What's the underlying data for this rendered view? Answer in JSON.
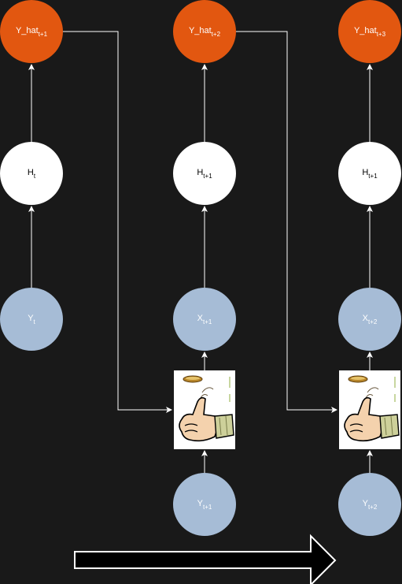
{
  "nodes": {
    "y_hat_1": {
      "base": "Y_hat",
      "sub": "t+1"
    },
    "y_hat_2": {
      "base": "Y_hat",
      "sub": "t+2"
    },
    "y_hat_3": {
      "base": "Y_hat",
      "sub": "t+3"
    },
    "h_1": {
      "base": "H",
      "sub": "t"
    },
    "h_2": {
      "base": "H",
      "sub": "t+1"
    },
    "h_3": {
      "base": "H",
      "sub": "t+1"
    },
    "y_1": {
      "base": "Y",
      "sub": "t"
    },
    "x_2": {
      "base": "X",
      "sub": "t+1"
    },
    "x_3": {
      "base": "X",
      "sub": "t+2"
    },
    "y_2": {
      "base": "Y",
      "sub": "t+1"
    },
    "y_3": {
      "base": "Y",
      "sub": "t+2"
    }
  },
  "colors": {
    "background": "#191919",
    "output_node": "#e25710",
    "hidden_node": "#ffffff",
    "input_node": "#a6bcd6",
    "edge": "#ffffff"
  },
  "icons": {
    "coin_flip_1": "coin-flip-hand-icon",
    "coin_flip_2": "coin-flip-hand-icon",
    "time_arrow": "time-direction-arrow-icon"
  }
}
